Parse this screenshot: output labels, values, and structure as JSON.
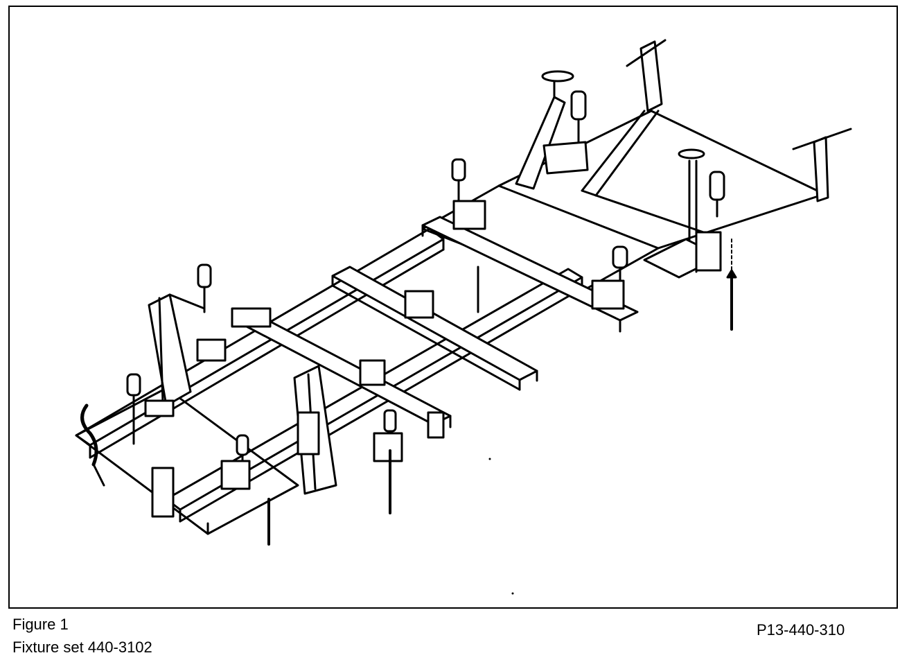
{
  "figure": {
    "number": "Figure 1",
    "description": "Fixture set 440-3102",
    "part_number": "P13-440-310"
  }
}
